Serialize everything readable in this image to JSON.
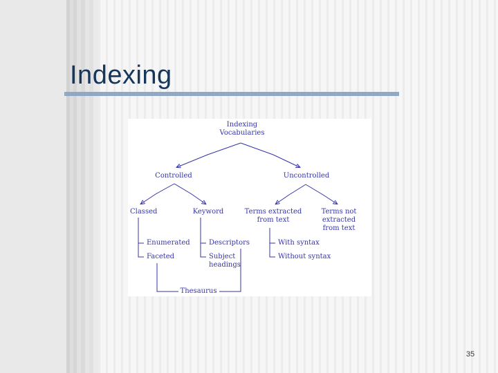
{
  "slide": {
    "title": "Indexing",
    "page_number": "35"
  },
  "colors": {
    "title": "#16365c",
    "title_rule": "#91a8c5",
    "diagram_text": "#3433a8",
    "diagram_background": "#ffffff",
    "slide_background": "#e9e9e9"
  },
  "diagram": {
    "root_line1": "Indexing",
    "root_line2": "Vocabularies",
    "controlled": "Controlled",
    "uncontrolled": "Uncontrolled",
    "classed": "Classed",
    "keyword": "Keyword",
    "terms_extracted_line1": "Terms extracted",
    "terms_extracted_line2": "from text",
    "terms_not_extracted_line1": "Terms not extracted",
    "terms_not_extracted_line2": "from text",
    "enumerated": "Enumerated",
    "faceted": "Faceted",
    "descriptors": "Descriptors",
    "subject_line1": "Subject",
    "subject_line2": "headings",
    "with_syntax": "With syntax",
    "without_syntax": "Without syntax",
    "thesaurus": "Thesaurus"
  }
}
